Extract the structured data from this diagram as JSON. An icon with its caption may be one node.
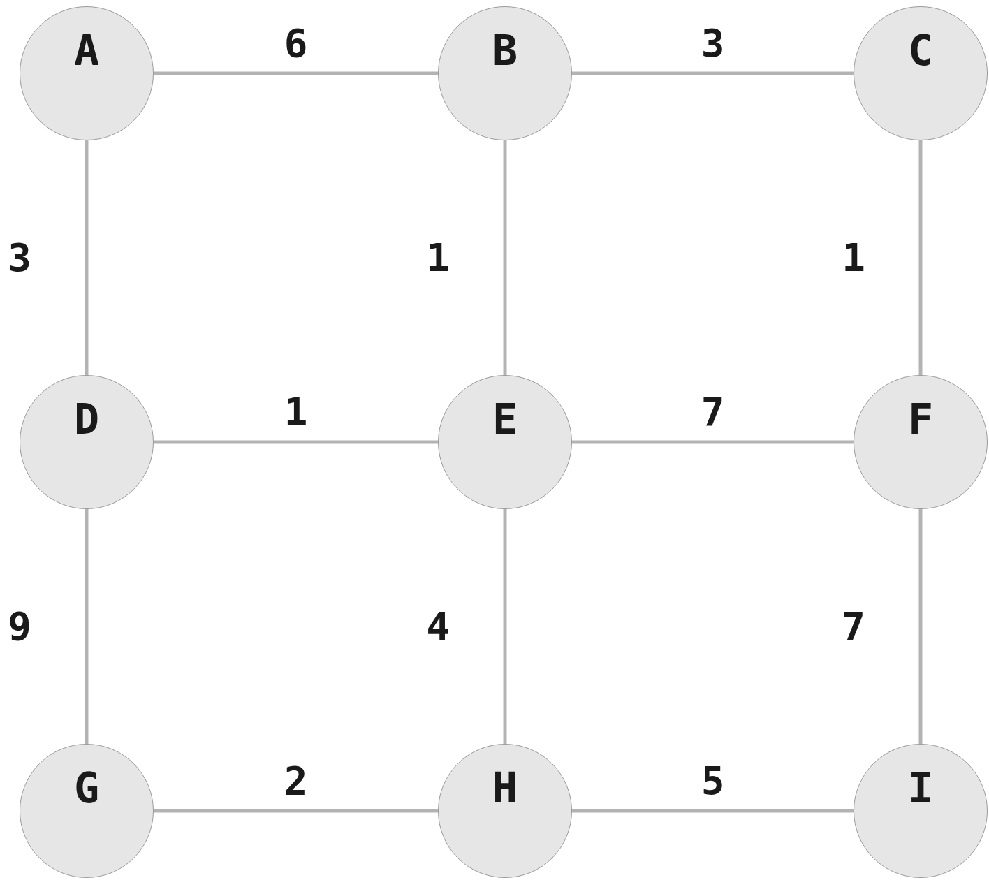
{
  "diagram": {
    "nodes": [
      {
        "text": [
          "A"
        ]
      },
      {
        "text": [
          "B"
        ]
      },
      {
        "text": [
          "C"
        ]
      },
      {
        "text": [
          "D"
        ]
      },
      {
        "text": [
          "E"
        ]
      },
      {
        "text": [
          "F"
        ]
      },
      {
        "text": [
          "G"
        ]
      },
      {
        "text": [
          "H"
        ]
      },
      {
        "text": [
          "I"
        ]
      }
    ],
    "edges": [
      {
        "from": 0,
        "to": 1,
        "arrow": "none",
        "label": "6"
      },
      {
        "from": 1,
        "to": 2,
        "arrow": "none",
        "label": "3"
      },
      {
        "from": 0,
        "to": 3,
        "arrow": "none",
        "label": "3"
      },
      {
        "from": 1,
        "to": 4,
        "arrow": "none",
        "label": "1"
      },
      {
        "from": 2,
        "to": 5,
        "arrow": "none",
        "label": "1"
      },
      {
        "from": 3,
        "to": 4,
        "arrow": "none",
        "label": "1"
      },
      {
        "from": 4,
        "to": 5,
        "arrow": "none",
        "label": "7"
      },
      {
        "from": 3,
        "to": 6,
        "arrow": "none",
        "label": "9"
      },
      {
        "from": 4,
        "to": 7,
        "arrow": "none",
        "label": "4"
      },
      {
        "from": 5,
        "to": 8,
        "arrow": "none",
        "label": "7"
      },
      {
        "from": 6,
        "to": 7,
        "arrow": "none",
        "label": "2"
      },
      {
        "from": 7,
        "to": 8,
        "arrow": "none",
        "label": "5"
      }
    ]
  }
}
